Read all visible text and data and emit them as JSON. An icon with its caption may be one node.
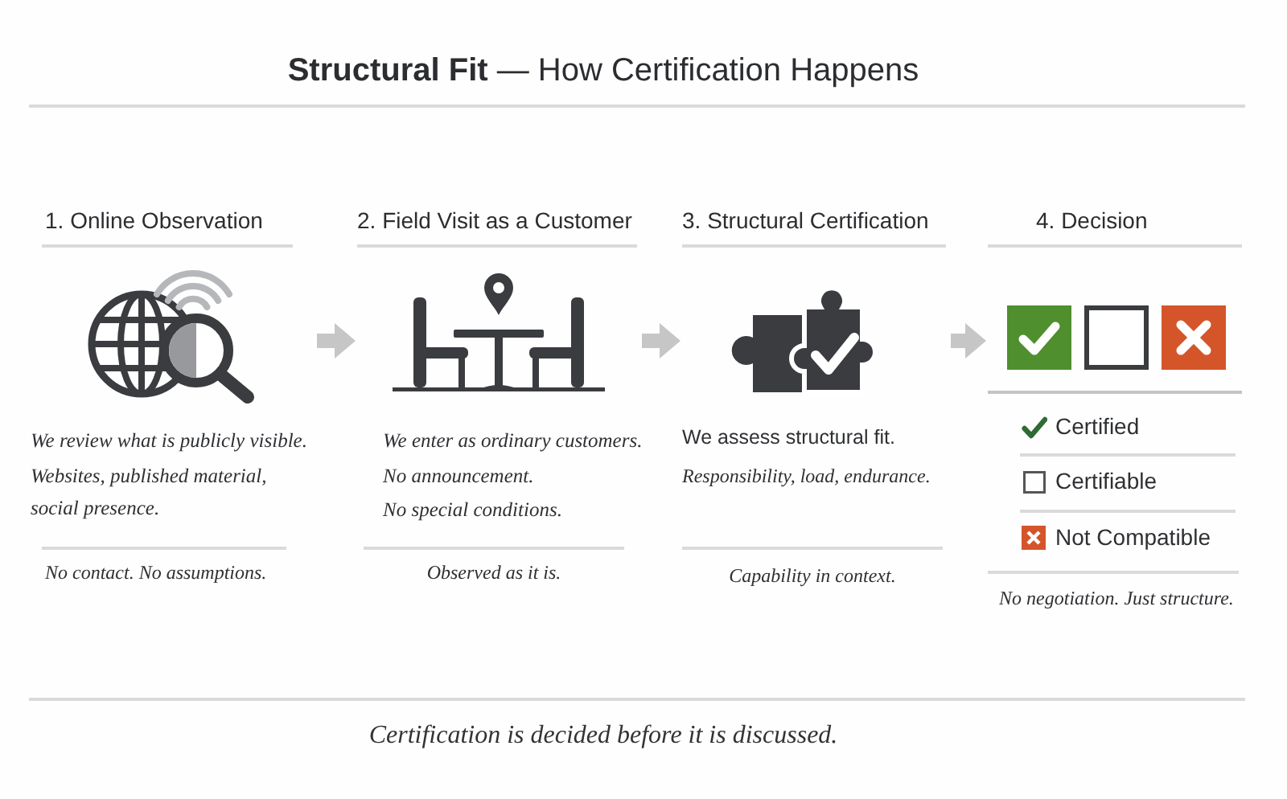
{
  "diagram": {
    "title": "**Structural Fit** — How Certification Happens",
    "nodes": [
      {
        "text": [
          "1. Online Observation",
          "We review what is publicly visible.",
          "Websites, published material, social presence.",
          "No contact. No assumptions."
        ]
      },
      {
        "text": [
          "2. Field Visit as a Customer",
          "We enter as ordinary customers.",
          "No announcement.",
          "No special conditions.",
          "Observed as it is."
        ]
      },
      {
        "text": [
          "3. Structural Certification",
          "We assess structural fit.",
          "Responsibility, load, endurance.",
          "Capability in context."
        ]
      },
      {
        "text": [
          "4. Decision",
          "Certified",
          "Certifiable",
          "Not Compatible",
          "No negotiation. Just structure."
        ]
      }
    ],
    "edges": [
      {
        "from": 0,
        "to": 1,
        "arrow": "to"
      },
      {
        "from": 1,
        "to": 2,
        "arrow": "to"
      },
      {
        "from": 2,
        "to": 3,
        "arrow": "to"
      }
    ],
    "caption": "Certification is decided before it is discussed."
  }
}
